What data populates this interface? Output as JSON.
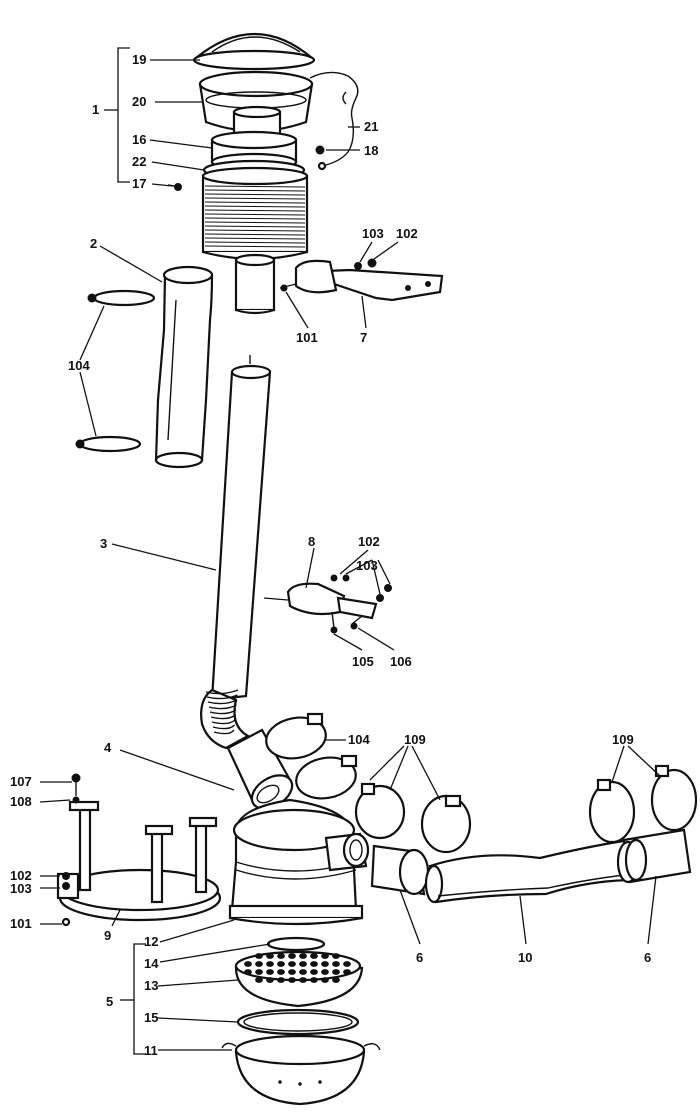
{
  "labels": {
    "l1": "1",
    "l19": "19",
    "l20": "20",
    "l21": "21",
    "l16": "16",
    "l18": "18",
    "l22": "22",
    "l17": "17",
    "l2": "2",
    "l103a": "103",
    "l102a": "102",
    "l104a": "104",
    "l101a": "101",
    "l7": "7",
    "l3": "3",
    "l8": "8",
    "l102b": "102",
    "l103b": "103",
    "l105": "105",
    "l106": "106",
    "l104b": "104",
    "l109a": "109",
    "l109b": "109",
    "l4": "4",
    "l107": "107",
    "l108": "108",
    "l102c": "102",
    "l103c": "103",
    "l101b": "101",
    "l9": "9",
    "l12": "12",
    "l14": "14",
    "l13": "13",
    "l5": "5",
    "l15": "15",
    "l11": "11",
    "l6a": "6",
    "l10": "10",
    "l6b": "6"
  }
}
